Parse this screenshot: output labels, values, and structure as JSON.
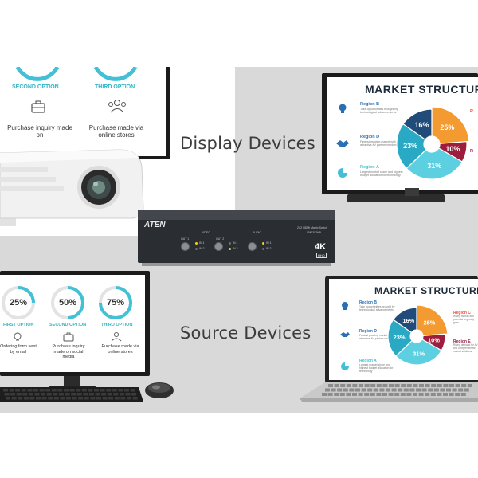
{
  "labels": {
    "display_devices": "Display Devices",
    "source_devices": "Source Devices"
  },
  "top_right_screen": {
    "title": "MARKET STRUCTUR",
    "regions": [
      {
        "name": "Region B",
        "text": "Take opportunities brought by technological advancements",
        "color": "#2a6fb3"
      },
      {
        "name": "Region D",
        "text": "Fastest growing market with attractive AV partner vendors",
        "color": "#2a6fb3"
      },
      {
        "name": "Region A",
        "text": "Largest market share and highest budget allocation for technology",
        "color": "#44c0d6"
      }
    ],
    "pie": [
      {
        "label": "25%",
        "value": 25,
        "color": "#f39a30"
      },
      {
        "label": "10%",
        "value": 10,
        "color": "#9c1d3c"
      },
      {
        "label": "31%",
        "value": 31,
        "color": "#5ccfe0"
      },
      {
        "label": "23%",
        "value": 23,
        "color": "#2aa9c4"
      },
      {
        "label": "16%",
        "value": 16,
        "color": "#214c79"
      }
    ]
  },
  "bottom_right_screen": {
    "title": "MARKET STRUCTURE",
    "regions_left": [
      {
        "name": "Region B",
        "text": "Take opportunities brought by technological advancements",
        "color": "#2a6fb3"
      },
      {
        "name": "Region D",
        "text": "Fastest growing market with attractive AV partner vendors",
        "color": "#2a6fb3"
      },
      {
        "name": "Region A",
        "text": "Largest market share and highest budget allocation for technology",
        "color": "#44c0d6"
      }
    ],
    "regions_right": [
      {
        "name": "Region C",
        "text": "Rising market with potential to greatly grow",
        "color": "#e2533c"
      },
      {
        "name": "Region E",
        "text": "Rising demand for AV and comprehensive market solutions",
        "color": "#9c1d3c"
      }
    ]
  },
  "top_left_screen": {
    "options": [
      {
        "title": "SECOND OPTION",
        "text": "Purchase inquiry made on"
      },
      {
        "title": "THIRD OPTION",
        "text": "Purchase made via online stores"
      }
    ]
  },
  "bottom_left_screen": {
    "options": [
      {
        "pct": "25%",
        "value": 25,
        "title": "FIRST OPTION",
        "text": "Ordering form sent by email"
      },
      {
        "pct": "50%",
        "value": 50,
        "title": "SECOND OPTION",
        "text": "Purchase inquiry made on social media"
      },
      {
        "pct": "75%",
        "value": 75,
        "title": "THIRD OPTION",
        "text": "Purchase made via online stores"
      }
    ]
  },
  "switch": {
    "brand": "ATEN",
    "model_title": "2X2 HDMI Matrix Switch",
    "model_no": "VM0202HB",
    "video_label": "VIDEO",
    "audio_label": "AUDIO",
    "out1": "OUT 1",
    "out2": "OUT 2",
    "in1": "IN 1",
    "in2": "IN 2",
    "badge": "4K",
    "badge_sub": "UHD"
  }
}
